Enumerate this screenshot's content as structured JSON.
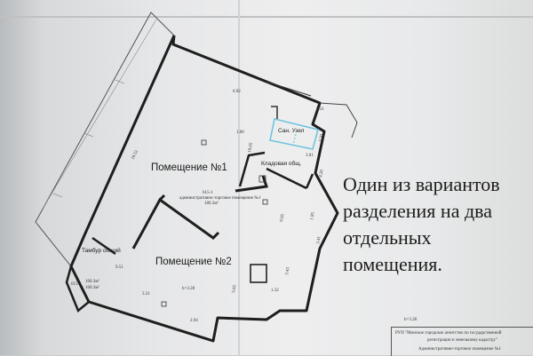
{
  "rooms": {
    "room1": "Помещение №1",
    "room2": "Помещение №2",
    "bathroom": "Сан. Узел",
    "storage": "Кладовая общ.",
    "vestibule": "Тамбур общий"
  },
  "plan_notes": {
    "admin_label_1": "615-1",
    "admin_label_2": "административно-торговое помещение №1",
    "admin_label_3": "180.3м²",
    "area_left_1": "615-1",
    "area_left_2": "160.3м²",
    "area_left_3": "160.3м²",
    "height_mark": "h=3.28"
  },
  "dimensions": {
    "d1": "16.52",
    "d2": "6.92",
    "d3": "10.05",
    "d4": "4.20",
    "d5": "9.05",
    "d6": "3.01",
    "d7": "1.85",
    "d8": "3.20",
    "d9": "3.41",
    "d10": "3.43",
    "d11": "1.32",
    "d12": "2.94",
    "d13": "3.31",
    "d14": "9.51",
    "d15": "1.00",
    "d16": "5.65",
    "d17": "2.31"
  },
  "description": {
    "line1": "Один из вариантов",
    "line2": "разделения на два",
    "line3": "отдельных",
    "line4": "помещения."
  },
  "stamp": {
    "scale": "h=3.28",
    "line1": "РУП \"Минское городское агентство по государственной",
    "line2": "регистрации и земельному кадастру\"",
    "line3": "Административно-торговое помещение №1"
  }
}
